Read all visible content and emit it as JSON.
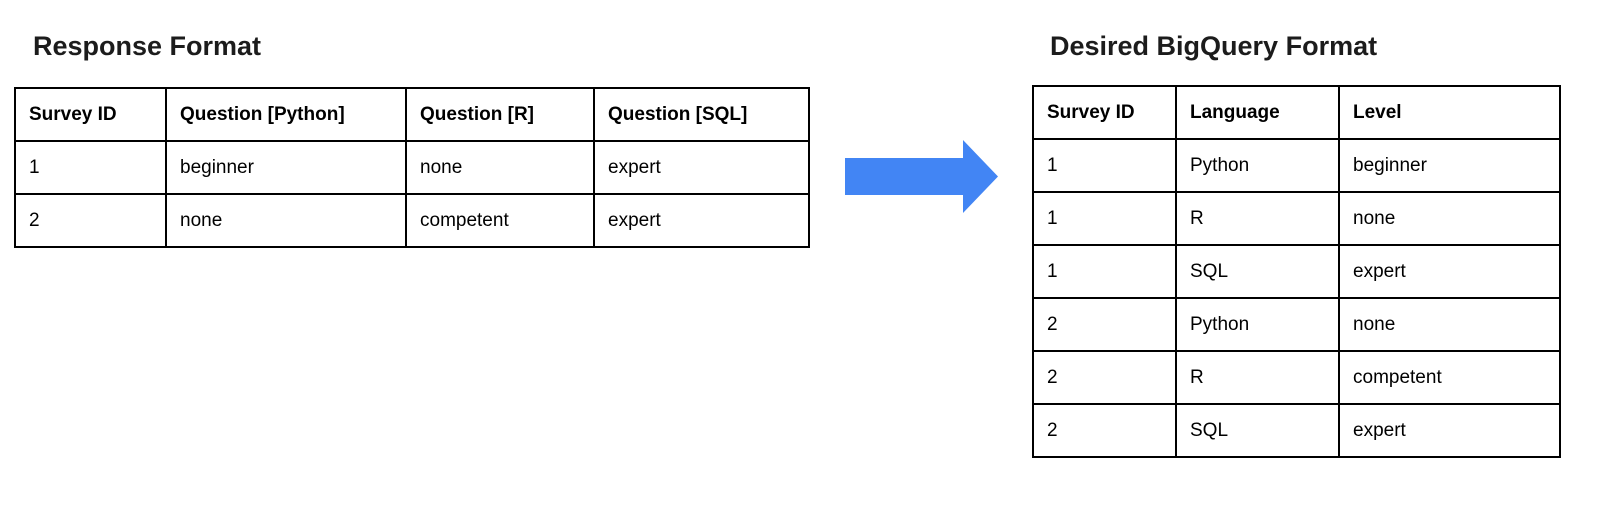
{
  "left_panel": {
    "title": "Response Format",
    "table": {
      "headers": [
        "Survey ID",
        "Question [Python]",
        "Question [R]",
        "Question [SQL]"
      ],
      "rows": [
        [
          "1",
          "beginner",
          "none",
          "expert"
        ],
        [
          "2",
          "none",
          "competent",
          "expert"
        ]
      ]
    }
  },
  "arrow": {
    "direction": "right",
    "color": "#4285F4"
  },
  "right_panel": {
    "title": "Desired BigQuery Format",
    "table": {
      "headers": [
        "Survey ID",
        "Language",
        "Level"
      ],
      "rows": [
        [
          "1",
          "Python",
          "beginner"
        ],
        [
          "1",
          "R",
          "none"
        ],
        [
          "1",
          "SQL",
          "expert"
        ],
        [
          "2",
          "Python",
          "none"
        ],
        [
          "2",
          "R",
          "competent"
        ],
        [
          "2",
          "SQL",
          "expert"
        ]
      ]
    }
  }
}
